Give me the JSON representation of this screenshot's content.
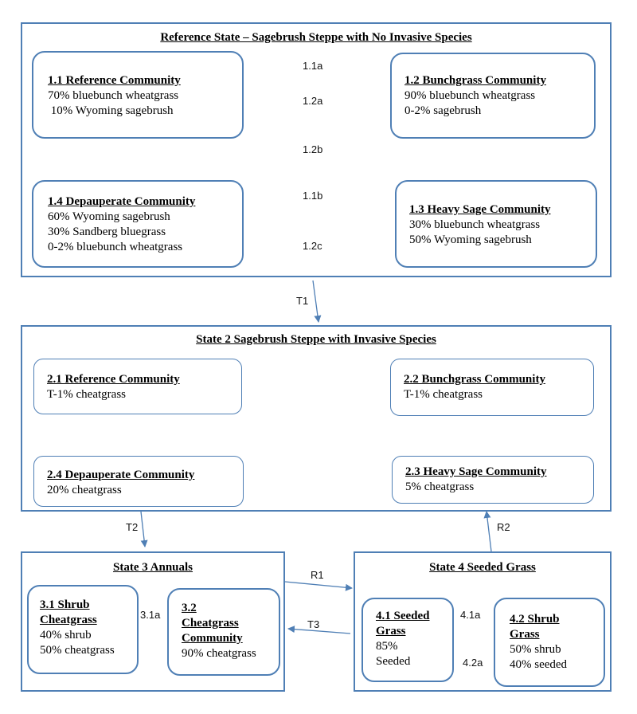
{
  "state1": {
    "title": "Reference State – Sagebrush Steppe with No Invasive Species",
    "c11": {
      "title": "1.1 Reference Community",
      "lines": [
        "70% bluebunch wheatgrass",
        " 10% Wyoming sagebrush"
      ]
    },
    "c12": {
      "title": "1.2 Bunchgrass Community",
      "lines": [
        "90% bluebunch wheatgrass",
        "0-2% sagebrush"
      ]
    },
    "c13": {
      "title": "1.3 Heavy Sage Community",
      "lines": [
        "30% bluebunch wheatgrass",
        "50% Wyoming sagebrush"
      ]
    },
    "c14": {
      "title": "1.4 Depauperate Community",
      "lines": [
        "60% Wyoming sagebrush",
        "30% Sandberg bluegrass",
        "0-2% bluebunch wheatgrass"
      ]
    }
  },
  "state2": {
    "title": "State 2 Sagebrush Steppe with Invasive Species",
    "c21": {
      "title": "2.1  Reference Community",
      "lines": [
        "T-1% cheatgrass"
      ]
    },
    "c22": {
      "title": "2.2 Bunchgrass Community",
      "lines": [
        "T-1% cheatgrass"
      ]
    },
    "c23": {
      "title": "2.3 Heavy Sage Community",
      "lines": [
        "5% cheatgrass"
      ]
    },
    "c24": {
      "title": "2.4 Depauperate Community",
      "lines": [
        "20% cheatgrass"
      ]
    }
  },
  "state3": {
    "title": "State 3 Annuals",
    "c31": {
      "title_lines": [
        "3.1 Shrub",
        "Cheatgrass"
      ],
      "lines": [
        "40% shrub",
        "50% cheatgrass"
      ]
    },
    "c32": {
      "title_lines": [
        "3.2",
        "Cheatgrass",
        "Community"
      ],
      "lines": [
        "90% cheatgrass"
      ]
    }
  },
  "state4": {
    "title": "State 4 Seeded Grass",
    "c41": {
      "title_lines": [
        "4.1 Seeded",
        "Grass"
      ],
      "lines": [
        "85%",
        "Seeded"
      ]
    },
    "c42": {
      "title_lines": [
        "4.2 Shrub",
        "Grass"
      ],
      "lines": [
        "50% shrub",
        "40% seeded"
      ]
    }
  },
  "transitions": {
    "t_1_1a": "1.1a",
    "t_1_2a": "1.2a",
    "t_1_2b": "1.2b",
    "t_1_1b": "1.1b",
    "t_1_2c": "1.2c",
    "t_T1": "T1",
    "t_T2": "T2",
    "t_R2": "R2",
    "t_R1": "R1",
    "t_T3": "T3",
    "t_3_1a": "3.1a",
    "t_4_1a": "4.1a",
    "t_4_2a": "4.2a"
  },
  "colors": {
    "border": "#4f7fb5",
    "arrow": "#4f7fb5"
  }
}
